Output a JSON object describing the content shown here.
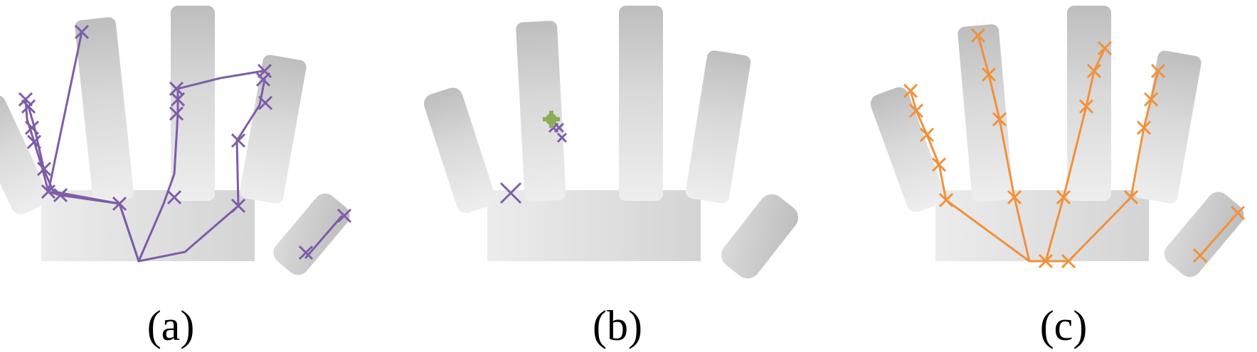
{
  "colors": {
    "background": "#ffffff",
    "skeleton_a": "#7e5ca8",
    "skeleton_b": "#7e5ca8",
    "highlight_b": "#8aad57",
    "skeleton_c": "#f1913a",
    "hand_light": "#e9e9e9",
    "hand_dark": "#bdbdbd"
  },
  "panels": [
    {
      "id": "a",
      "caption": "(a)",
      "marker": "cross",
      "color": "#7e5ca8"
    },
    {
      "id": "b",
      "caption": "(b)",
      "marker": "cross",
      "color": "#7e5ca8",
      "highlight_color": "#8aad57"
    },
    {
      "id": "c",
      "caption": "(c)",
      "marker": "cross",
      "color": "#f1913a"
    }
  ]
}
